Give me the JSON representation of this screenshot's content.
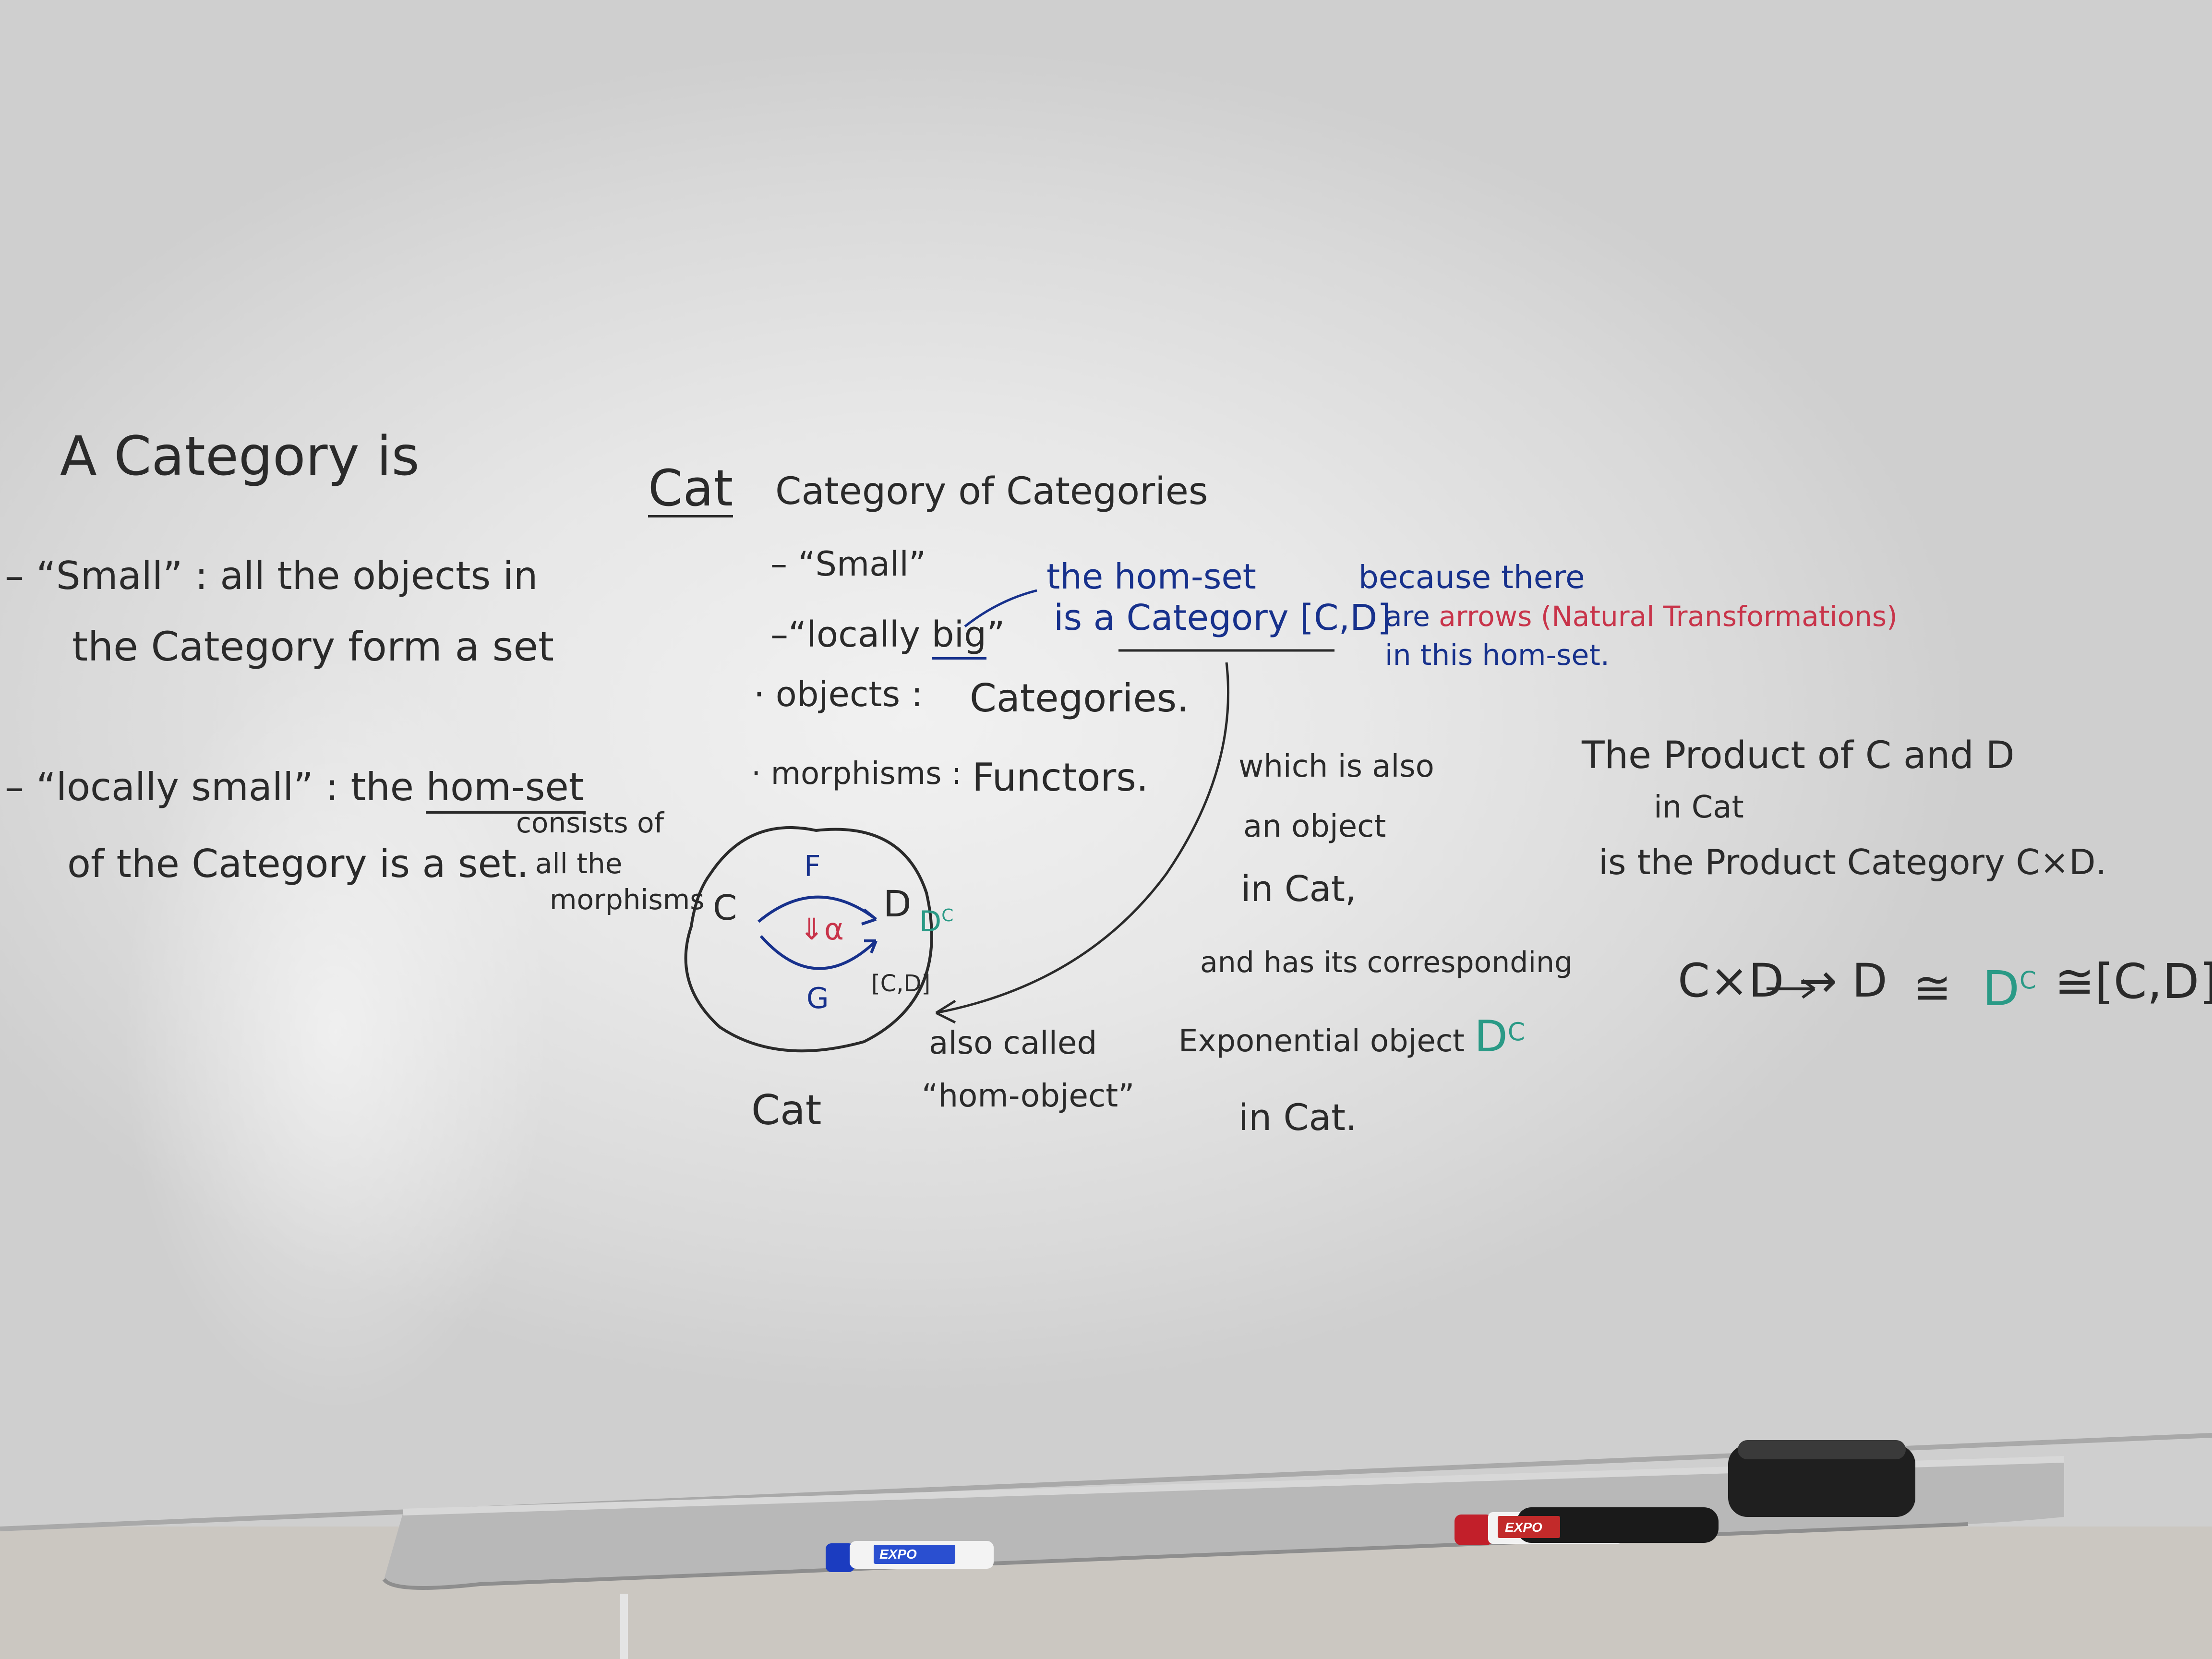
{
  "left": {
    "heading": "A Category is",
    "small_line1": "– “Small” : all the objects in",
    "small_line2": "the Category form a set",
    "locally_prefix": "– “locally small” : the ",
    "locally_homset": "hom-set",
    "locally_line2": "of the Category is a set.",
    "consists_line1": "consists of",
    "consists_line2": "all the",
    "consists_line3": "morphisms"
  },
  "cat": {
    "title": "Cat",
    "subtitle": "Category of Categories",
    "small": "– “Small”",
    "locally_prefix": "–“locally ",
    "locally_big": "big",
    "locally_suffix": "”",
    "objects_label": "· objects :",
    "objects_value": "Categories.",
    "morphisms_label": "· morphisms :",
    "morphisms_value": "Functors."
  },
  "homset_note": {
    "line1": "the hom-set",
    "line2_prefix": "is a ",
    "line2_underlined": "Category [C,D]"
  },
  "because_note": {
    "line1": "because there",
    "line2_prefix": "are ",
    "line2_red": "arrows (Natural Transformations)",
    "line3": "in this hom-set."
  },
  "diagram": {
    "obj_c": "C",
    "obj_d": "D",
    "functor_f": "F",
    "functor_g": "G",
    "nat_alpha": "⇓α",
    "d_exp_base": "D",
    "d_exp_sup": "C",
    "bracket_cd": "[C,D]",
    "circle_label": "Cat",
    "also_called_line1": "also called",
    "also_called_line2": "“hom-object”"
  },
  "exponential": {
    "line1": "which is also",
    "line2": "an object",
    "line3": "in Cat,",
    "line4": "and has its corresponding",
    "line5": "Exponential object",
    "d_base": "D",
    "d_sup": "C",
    "line6": "in Cat."
  },
  "product": {
    "line1": "The Product of C and D",
    "line2": "in Cat",
    "line3": "is the Product Category C×D.",
    "formula_left": "C×D → D",
    "cong1": "≅",
    "d_base": "D",
    "d_sup": "C",
    "cong2": "≅[C,D]"
  },
  "tray": {
    "blue_marker_text": "EXPO",
    "red_marker_text": "EXPO"
  },
  "colors": {
    "black_ink": "#2a2a2a",
    "blue_ink": "#17318c",
    "red_ink": "#c8344a",
    "green_ink": "#2a9a86"
  }
}
